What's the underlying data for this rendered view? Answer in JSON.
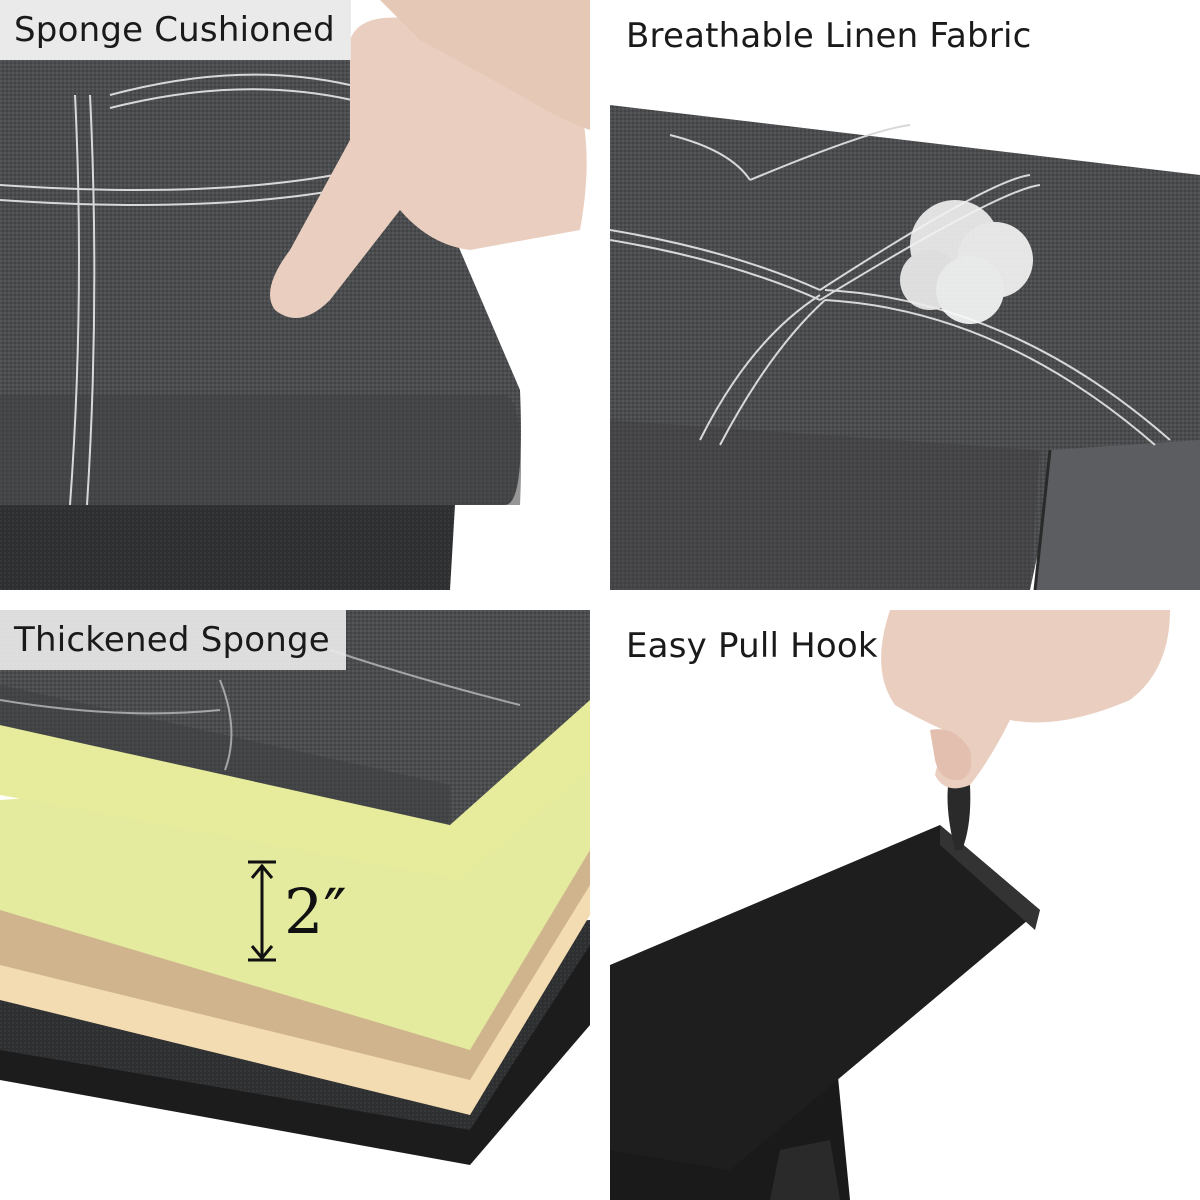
{
  "panels": {
    "top_left": {
      "caption": "Sponge Cushioned"
    },
    "top_right": {
      "caption": "Breathable Linen Fabric"
    },
    "bottom_left": {
      "caption": "Thickened Sponge",
      "thickness": "2″"
    },
    "bottom_right": {
      "caption": "Easy Pull Hook"
    }
  },
  "colors": {
    "fabric": "#4b4c4e",
    "fabric_dark": "#2e2f31",
    "stitch": "#d8d8d8",
    "foam_green": "#e4ea9e",
    "foam_tan": "#cfb48e",
    "foam_peach": "#f4dcb2",
    "base_black": "#1c1c1c",
    "skin": "#eacfc0"
  }
}
